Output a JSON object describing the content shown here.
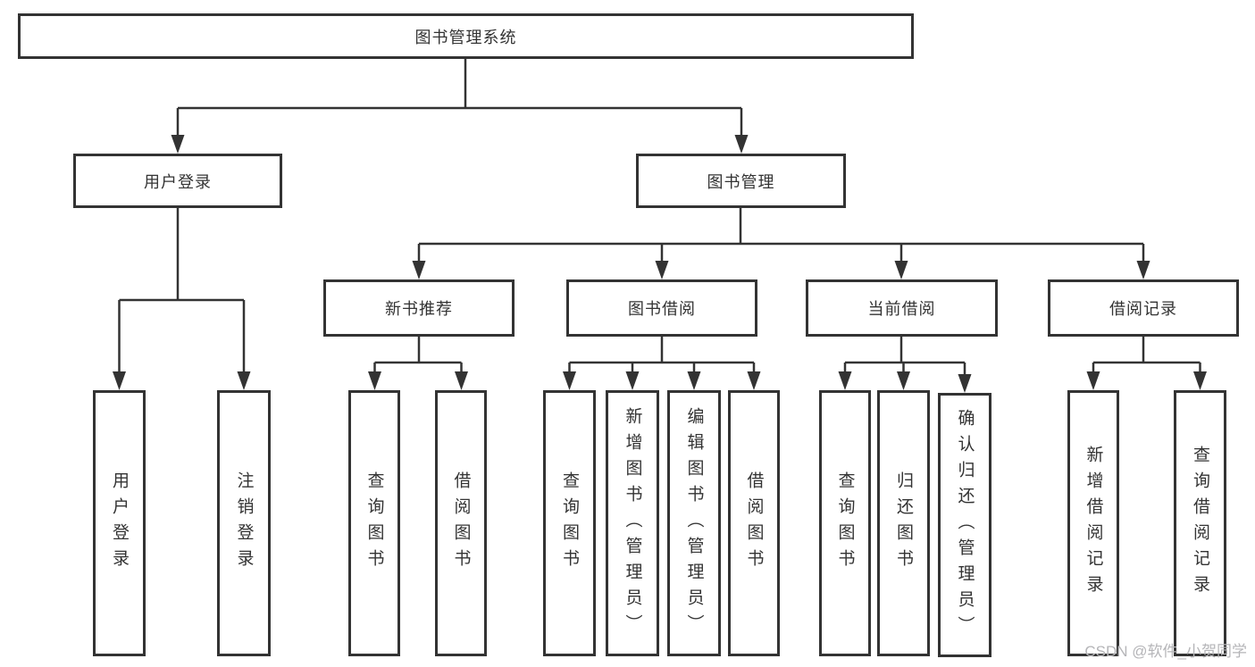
{
  "diagram_title": "图书管理系统",
  "tree": {
    "root": {
      "label": "图书管理系统",
      "children": [
        {
          "label": "用户登录",
          "children": [
            {
              "label": "用户登录"
            },
            {
              "label": "注销登录"
            }
          ]
        },
        {
          "label": "图书管理",
          "children": [
            {
              "label": "新书推荐",
              "children": [
                {
                  "label": "查询图书"
                },
                {
                  "label": "借阅图书"
                }
              ]
            },
            {
              "label": "图书借阅",
              "children": [
                {
                  "label": "查询图书"
                },
                {
                  "label": "新增图书（管理员）"
                },
                {
                  "label": "编辑图书（管理员）"
                },
                {
                  "label": "借阅图书"
                }
              ]
            },
            {
              "label": "当前借阅",
              "children": [
                {
                  "label": "查询图书"
                },
                {
                  "label": "归还图书"
                },
                {
                  "label": "确认归还（管理员）"
                }
              ]
            },
            {
              "label": "借阅记录",
              "children": [
                {
                  "label": "新增借阅记录"
                },
                {
                  "label": "查询借阅记录"
                }
              ]
            }
          ]
        }
      ]
    }
  },
  "watermark": {
    "text": "CSDN @软件_小贺同学"
  },
  "colors": {
    "line": "#333333",
    "text": "#333333",
    "background": "#ffffff",
    "watermark": "#b5b5b8"
  }
}
